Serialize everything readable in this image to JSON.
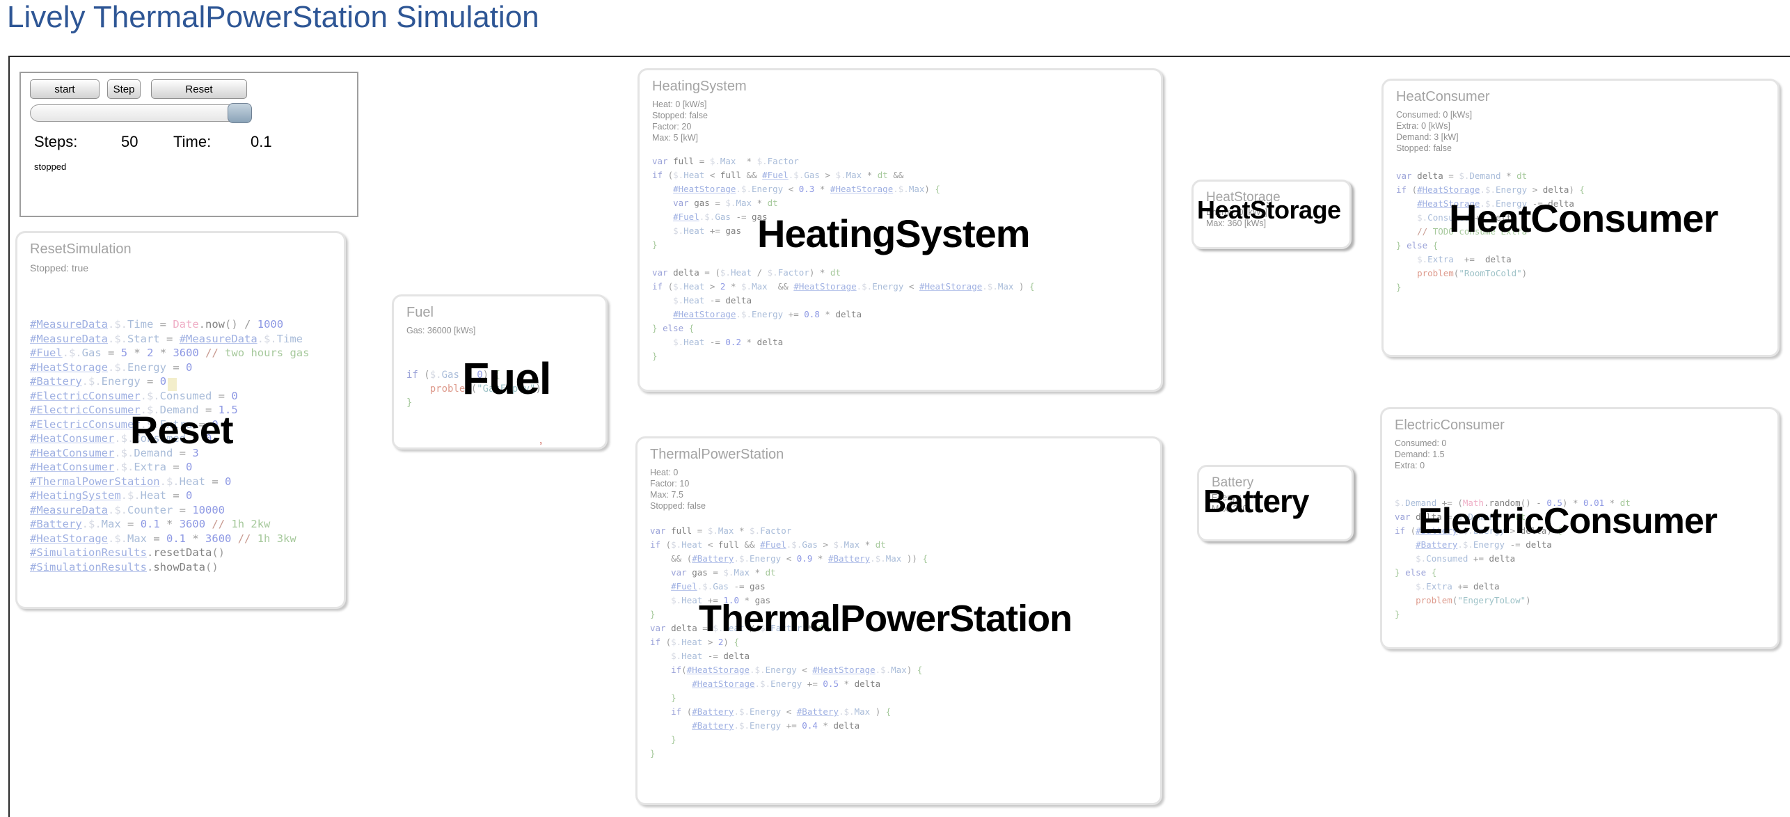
{
  "title": "Lively ThermalPowerStation Simulation",
  "controls": {
    "start": "start",
    "step": "Step",
    "reset": "Reset",
    "steps_label": "Steps:",
    "steps_value": "50",
    "time_label": "Time:",
    "time_value": "0.1",
    "status": "stopped"
  },
  "boxes": {
    "reset": {
      "title": "ResetSimulation",
      "stats": [
        "Stopped: true"
      ],
      "overlay": "Reset",
      "code": [
        "#MeasureData.$.Time = Date.now() / 1000",
        "#MeasureData.$.Start = #MeasureData.$.Time",
        "#Fuel.$.Gas = 5 * 2 * 3600 // two hours gas",
        "#HeatStorage.$.Energy = 0",
        "#Battery.$.Energy = 0",
        "#ElectricConsumer.$.Consumed = 0",
        "#ElectricConsumer.$.Demand = 1.5",
        "#ElectricConsumer.$.Extra = 0",
        "#HeatConsumer.$.Consumed = 0",
        "#HeatConsumer.$.Demand = 3",
        "#HeatConsumer.$.Extra = 0",
        "#ThermalPowerStation.$.Heat = 0",
        "#HeatingSystem.$.Heat = 0",
        "#MeasureData.$.Counter = 10000",
        "#Battery.$.Max = 0.1 * 3600 // 1h 2kw",
        "#HeatStorage.$.Max = 0.1 * 3600 // 1h 3kw",
        "#SimulationResults.resetData()",
        "#SimulationResults.showData()"
      ]
    },
    "fuel": {
      "title": "Fuel",
      "stats": [
        "Gas: 36000 [kWs]"
      ],
      "overlay": "Fuel",
      "code": [
        "if ($.Gas < 0) {",
        "    problem(\"GasEmpty\")",
        "}"
      ]
    },
    "heating": {
      "title": "HeatingSystem",
      "stats": [
        "Heat: 0 [kW/s]",
        "Stopped: false",
        "Factor: 20",
        "Max: 5 [kW]"
      ],
      "overlay": "HeatingSystem",
      "code": [
        "var full = $.Max  * $.Factor",
        "if ($.Heat < full && #Fuel.$.Gas > $.Max * dt &&",
        "    #HeatStorage.$.Energy < 0.3 * #HeatStorage.$.Max) {",
        "    var gas = $.Max * dt",
        "    #Fuel.$.Gas -= gas",
        "    $.Heat += gas",
        "}",
        "",
        "var delta = ($.Heat / $.Factor) * dt",
        "if ($.Heat > 2 * $.Max  && #HeatStorage.$.Energy < #HeatStorage.$.Max ) {",
        "    $.Heat -= delta",
        "    #HeatStorage.$.Energy += 0.8 * delta",
        "} else {",
        "    $.Heat -= 0.2 * delta",
        "}"
      ]
    },
    "thermal": {
      "title": "ThermalPowerStation",
      "stats": [
        "Heat: 0",
        "Factor: 10",
        "Max: 7.5",
        "Stopped: false"
      ],
      "overlay": "ThermalPowerStation",
      "code": [
        "var full = $.Max * $.Factor",
        "if ($.Heat < full && #Fuel.$.Gas > $.Max * dt",
        "    && (#Battery.$.Energy < 0.9 * #Battery.$.Max )) {",
        "    var gas = $.Max * dt",
        "    #Fuel.$.Gas -= gas",
        "    $.Heat += 1.0 * gas",
        "}",
        "var delta = $.Heat / $.Factor * dt",
        "if ($.Heat > 2) {",
        "    $.Heat -= delta",
        "    if(#HeatStorage.$.Energy < #HeatStorage.$.Max) {",
        "        #HeatStorage.$.Energy += 0.5 * delta",
        "    }",
        "    if (#Battery.$.Energy < #Battery.$.Max ) {",
        "        #Battery.$.Energy += 0.4 * delta",
        "    }",
        "}"
      ]
    },
    "heat_storage": {
      "title": "HeatStorage",
      "stats": [
        "Energy: 0 [kWs]",
        "Max: 360 [kWs]"
      ],
      "overlay": "HeatStorage"
    },
    "battery": {
      "title": "Battery",
      "stats": [
        "Energy: 0",
        "Max: 360"
      ],
      "overlay": "Battery"
    },
    "heat_consumer": {
      "title": "HeatConsumer",
      "stats": [
        "Consumed: 0 [kWs]",
        "Extra: 0 [kWs]",
        "Demand: 3 [kW]",
        "Stopped: false"
      ],
      "overlay": "HeatConsumer",
      "code": [
        "var delta = $.Demand * dt",
        "if (#HeatStorage.$.Energy > delta) {",
        "    #HeatStorage.$.Energy -= delta",
        "    $.Consumed += delta",
        "    // TODO consume Extra",
        "} else {",
        "    $.Extra  +=  delta",
        "    problem(\"RoomToCold\")",
        "}"
      ]
    },
    "electric_consumer": {
      "title": "ElectricConsumer",
      "stats": [
        "Consumed: 0",
        "Demand: 1.5",
        "Extra: 0"
      ],
      "overlay": "ElectricConsumer",
      "code": [
        "$.Demand += (Math.random() - 0.5) * 0.01 * dt",
        "var delta = $.Demand * dt",
        "if (#Battery.$.Energy > delta) {",
        "    #Battery.$.Energy -= delta",
        "    $.Consumed += delta",
        "} else {",
        "    $.Extra += delta",
        "    problem(\"EngeryToLow\")",
        "}"
      ]
    }
  },
  "colors": {
    "title_blue": "#2e5695",
    "frame_border": "#2a2a2a",
    "panel_border": "#e4e4e4",
    "slider_handle": "#8aa3b8"
  },
  "marker": ","
}
